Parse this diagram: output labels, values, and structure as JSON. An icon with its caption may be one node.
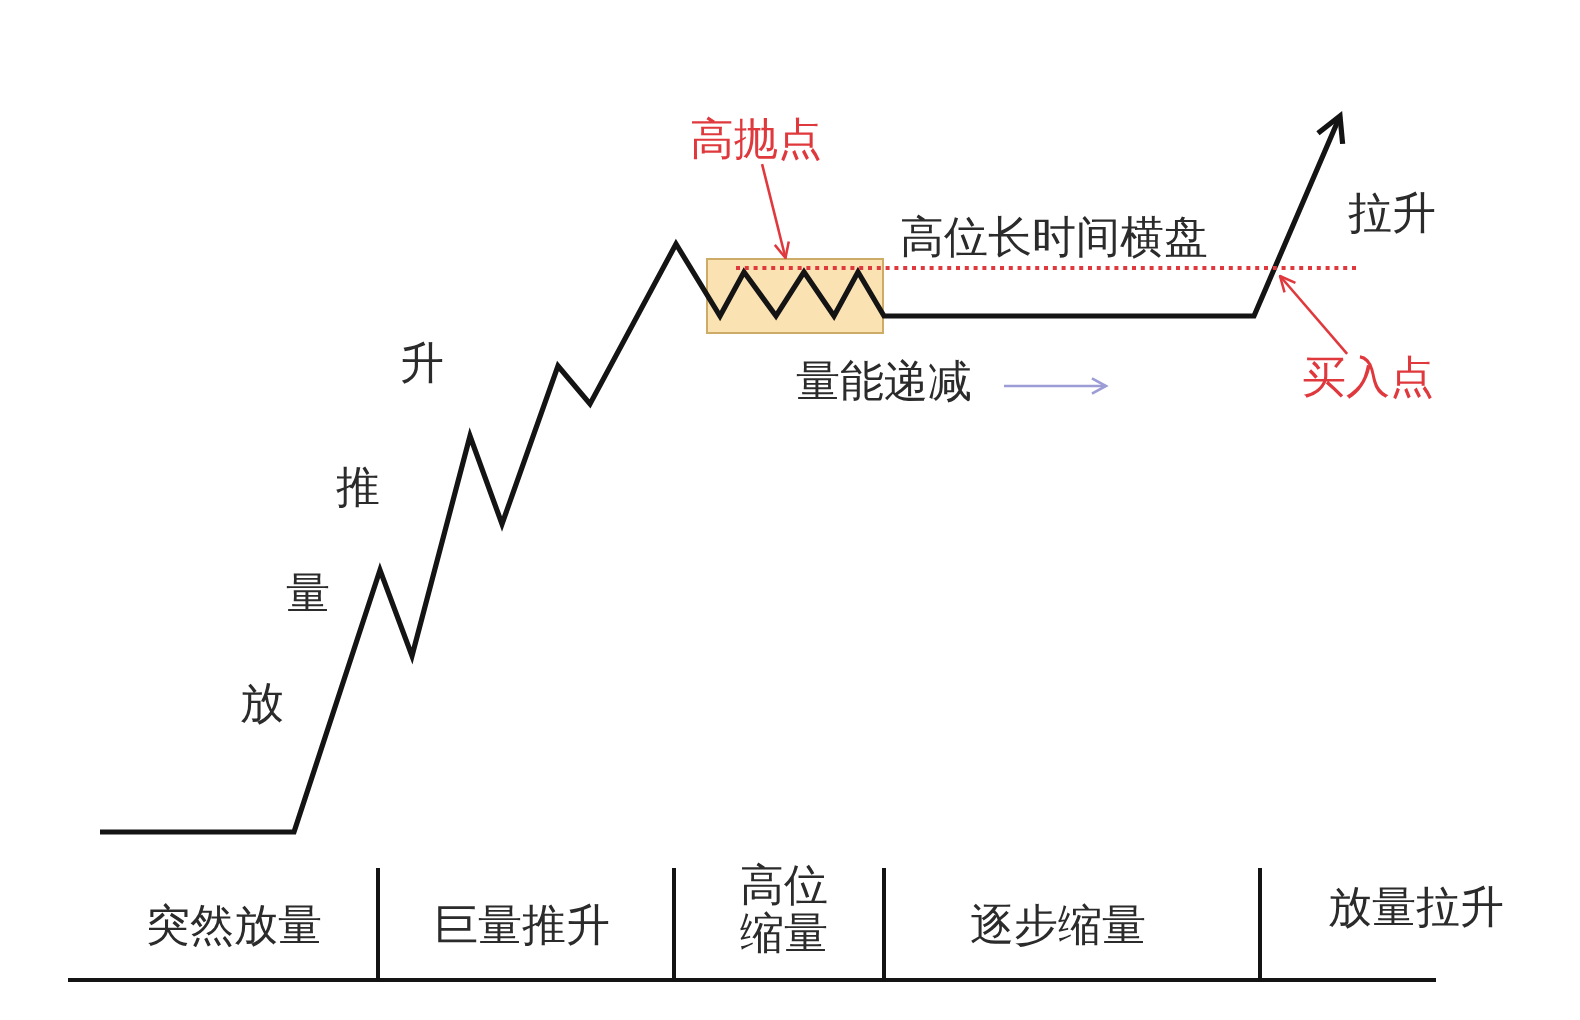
{
  "diagram": {
    "nodes": [
      {
        "text": [
          "高抛点"
        ]
      },
      {
        "text": [],
        "shape": "box"
      },
      {
        "text": [
          "买入点"
        ]
      }
    ],
    "edges": [
      {
        "from": 0,
        "to": 1,
        "arrow": "to"
      },
      {
        "from": 2,
        "to": null,
        "arrow": "to"
      }
    ],
    "labels": [
      "拉升",
      "高位长时间横盘",
      "升",
      "量能递减",
      "推",
      "量",
      "放",
      "突然放量",
      "巨量推升",
      "高位缩量",
      "逐步缩量",
      "放量拉升"
    ]
  }
}
